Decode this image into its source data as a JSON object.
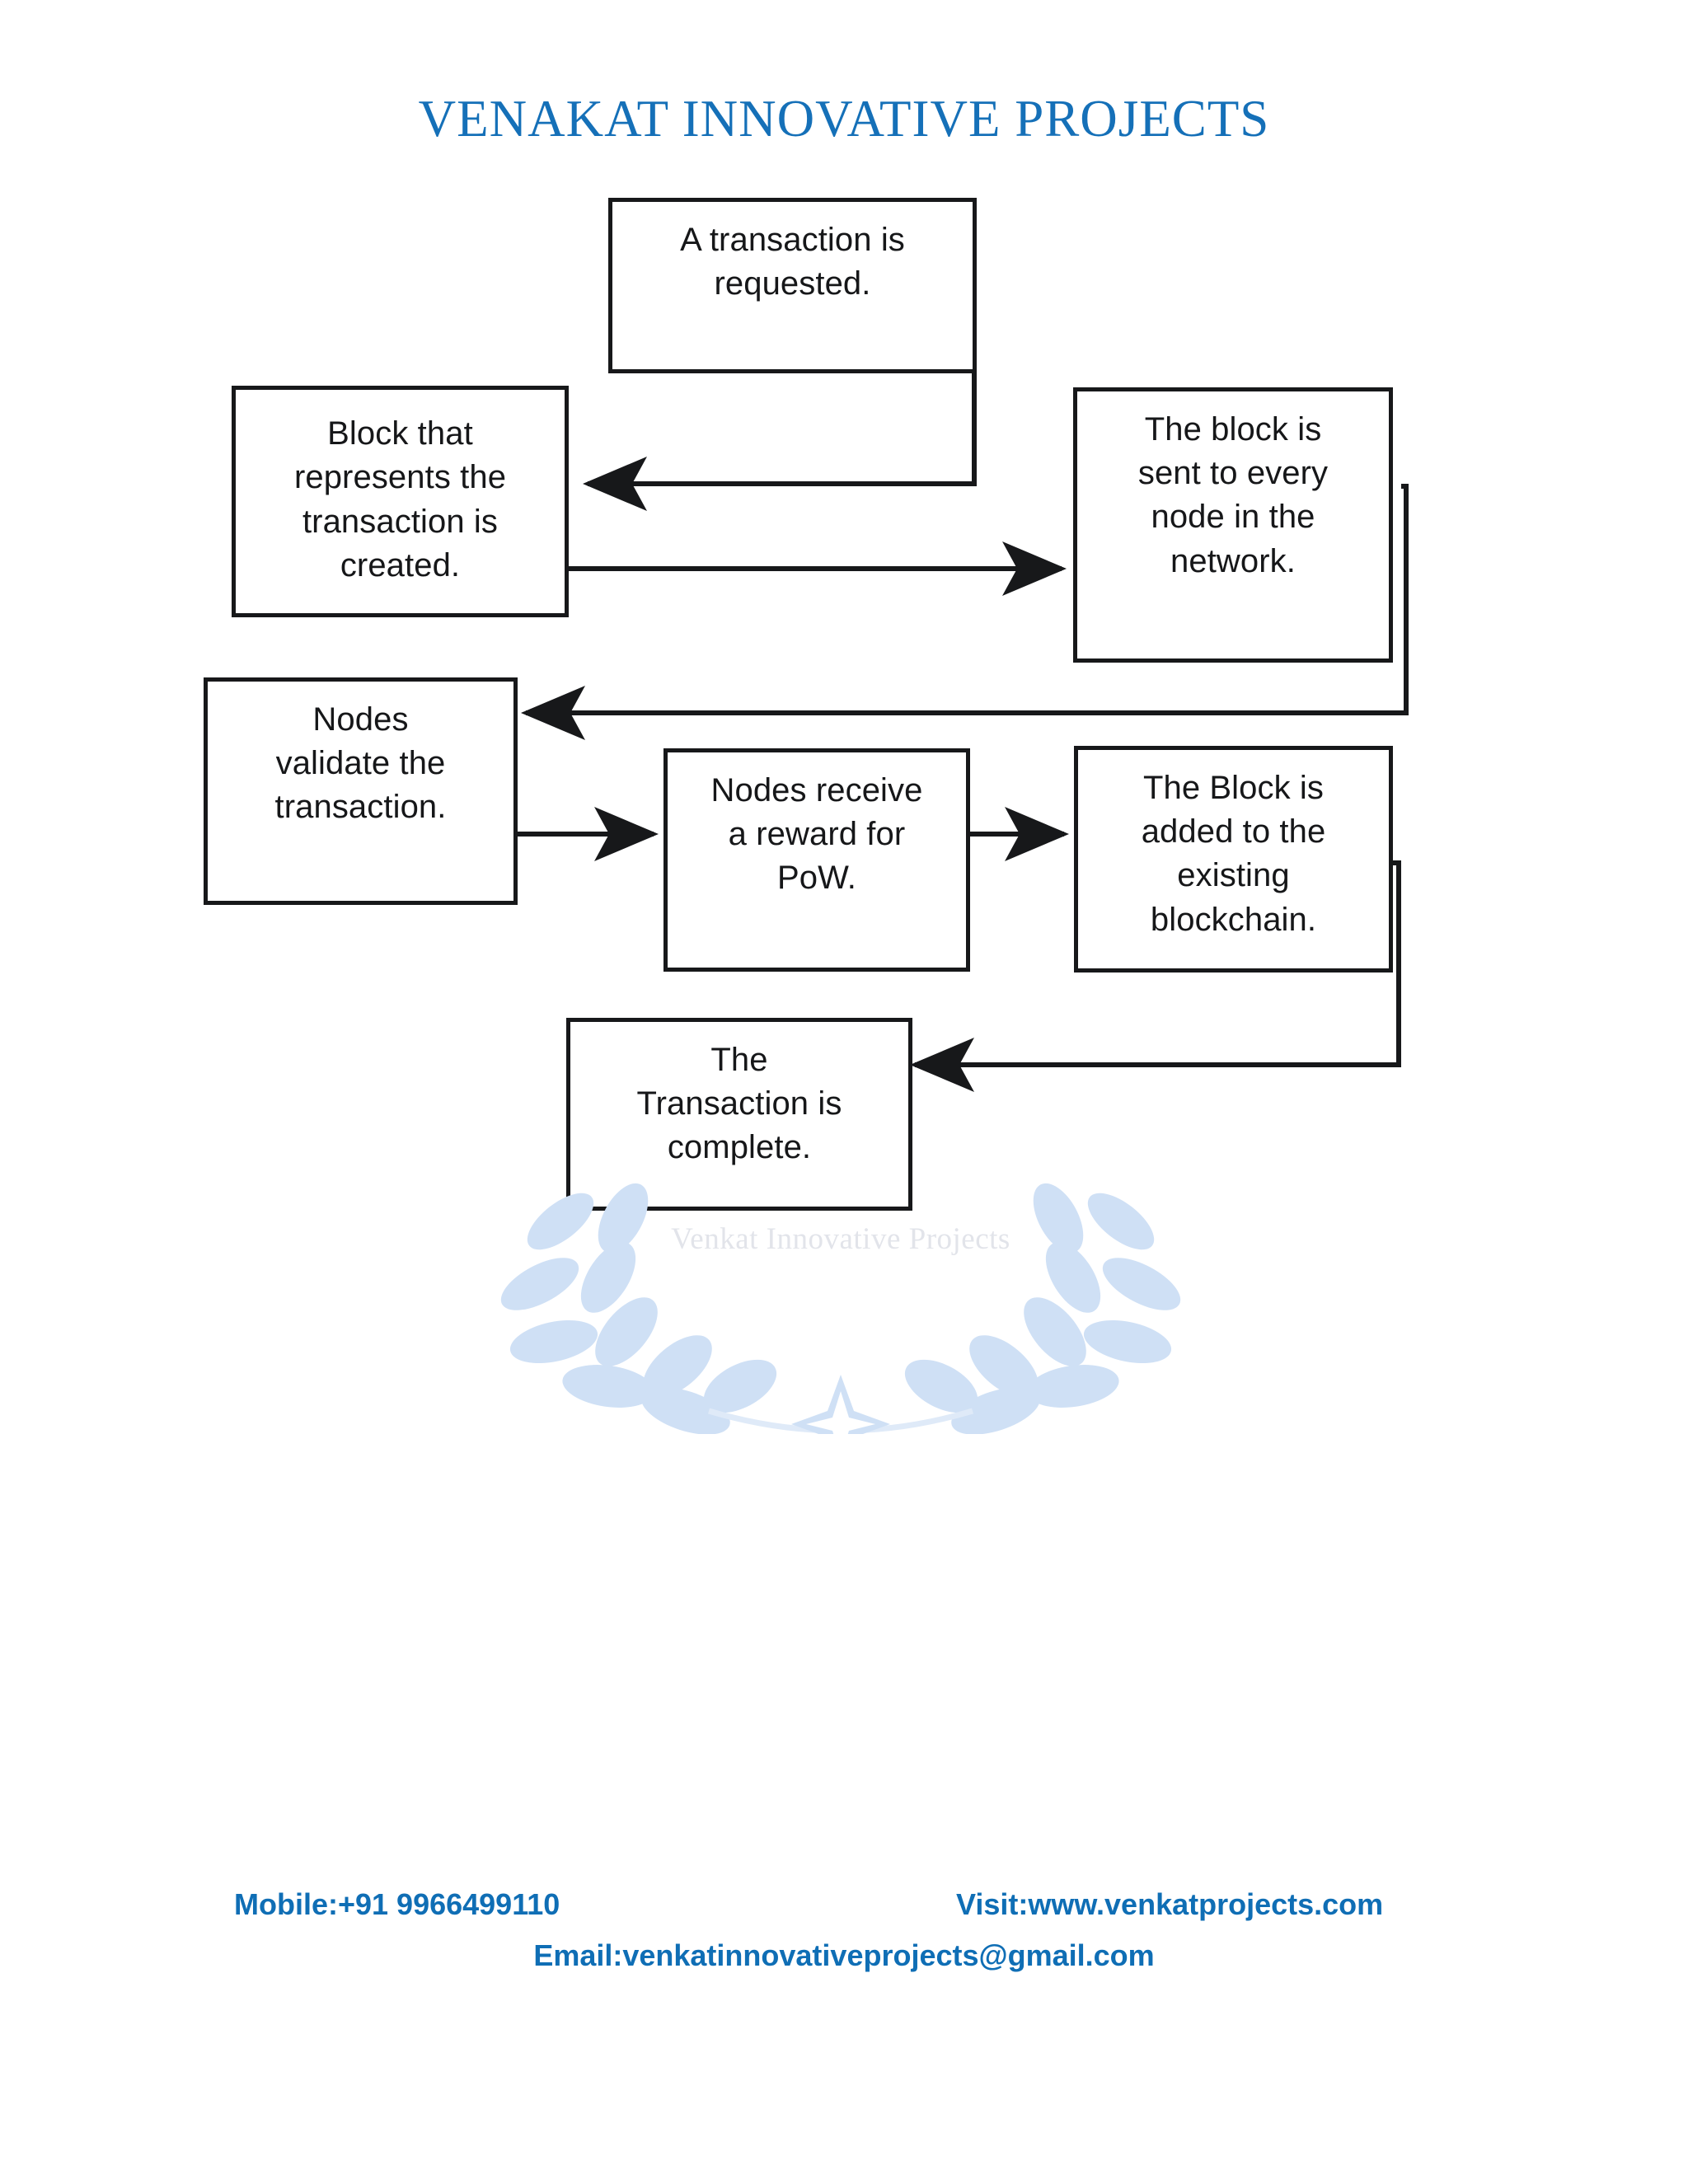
{
  "document": {
    "title": "VENAKAT INNOVATIVE PROJECTS",
    "title_color": "#1570b8"
  },
  "flowchart": {
    "nodes": [
      {
        "id": "transaction-requested",
        "text": "A transaction is\nrequested."
      },
      {
        "id": "block-created",
        "text": "Block that\nrepresents the\ntransaction is\ncreated."
      },
      {
        "id": "block-sent-to-nodes",
        "text": "The block is\nsent to every\nnode in the\nnetwork."
      },
      {
        "id": "nodes-validate",
        "text": "Nodes\nvalidate the\ntransaction."
      },
      {
        "id": "nodes-reward",
        "text": "Nodes receive\na reward for\nPoW."
      },
      {
        "id": "block-added",
        "text": "The Block is\nadded to the\nexisting\nblockchain."
      },
      {
        "id": "transaction-complete",
        "text": "The\nTransaction is\ncomplete."
      }
    ],
    "edges": [
      {
        "from": "transaction-requested",
        "to": "block-created"
      },
      {
        "from": "block-created",
        "to": "block-sent-to-nodes"
      },
      {
        "from": "block-sent-to-nodes",
        "to": "nodes-validate"
      },
      {
        "from": "nodes-validate",
        "to": "nodes-reward"
      },
      {
        "from": "nodes-reward",
        "to": "block-added"
      },
      {
        "from": "block-added",
        "to": "transaction-complete"
      }
    ],
    "stroke_color": "#17181a"
  },
  "watermark": {
    "text": "Venkat Innovative Projects",
    "color": "#cfe0f5"
  },
  "footer": {
    "mobile": "Mobile:+91 9966499110",
    "visit": "Visit:www.venkatprojects.com",
    "email": "Email:venkatinnovativeprojects@gmail.com",
    "color": "#0f6eb5"
  }
}
